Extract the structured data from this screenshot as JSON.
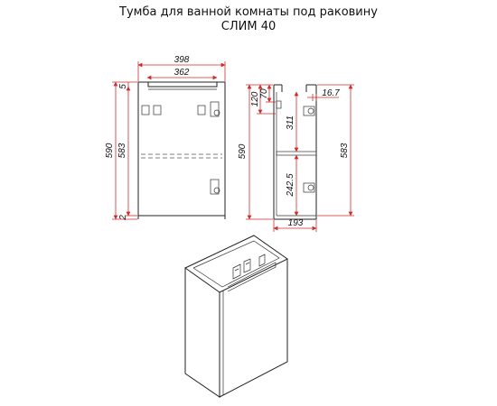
{
  "title": {
    "line1": "Тумба для ванной комнаты под раковину",
    "line2": "СЛИМ 40"
  },
  "front_view": {
    "overall_width": "398",
    "inner_width": "362",
    "overall_height": "590",
    "body_height": "583",
    "top_gap": "5",
    "bottom_gap": "2"
  },
  "side_view": {
    "top_offset_a": "120",
    "top_offset_b": "70",
    "back_depth": "16.7",
    "upper_height": "311",
    "lower_height": "242.5",
    "depth": "193",
    "overall_height": "590",
    "body_height": "583"
  },
  "colors": {
    "dimension_line": "#d12a2a",
    "outline": "#222222"
  }
}
